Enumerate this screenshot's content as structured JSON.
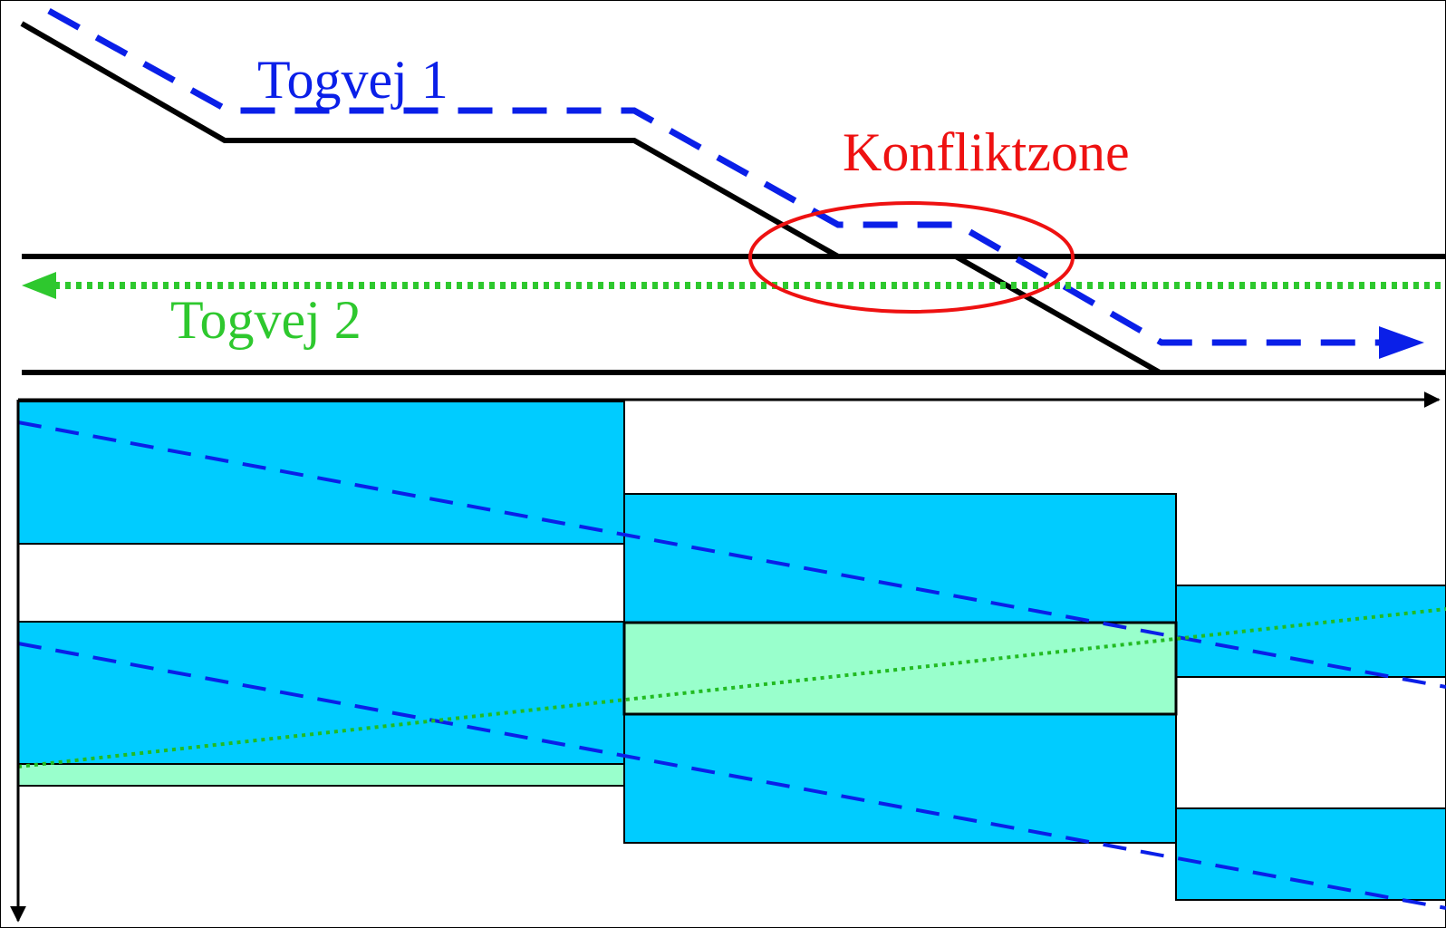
{
  "labels": {
    "track1": "Togvej 1",
    "track2": "Togvej 2",
    "conflict_zone": "Konfliktzone"
  },
  "colors": {
    "track": "#000000",
    "train_route_1": "#0a1fe8",
    "train_route_2": "#2ec82e",
    "conflict_zone": "#ee1111",
    "block_occupation": "#00ccff",
    "conflict_occupation": "#99ffcc",
    "border": "#000000"
  }
}
